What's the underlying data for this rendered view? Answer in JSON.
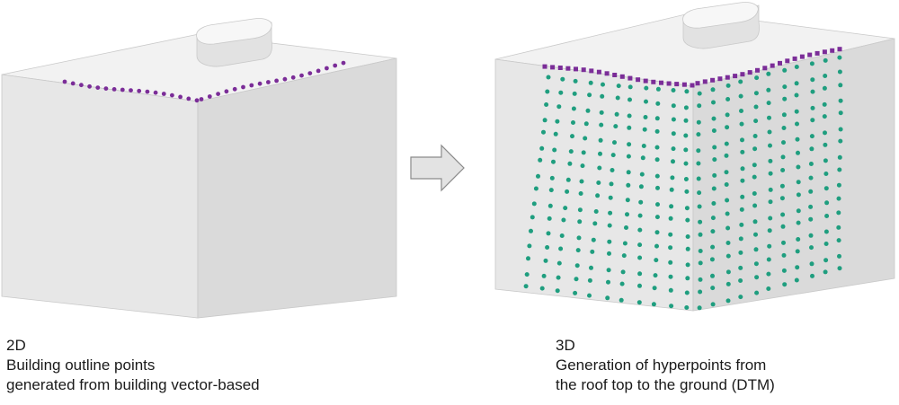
{
  "captions": {
    "left": {
      "dimension": "2D",
      "line1": "Building outline points",
      "line2": "generated from building vector-based"
    },
    "right": {
      "dimension": "3D",
      "line1": "Generation of hyperpoints from",
      "line2": "the roof top to the ground (DTM)"
    }
  },
  "colors": {
    "roof_top": "#f2f2f2",
    "wall_left": "#e7e7e7",
    "wall_right": "#dadada",
    "chimney_top": "#f7f7f7",
    "chimney_side": "#e2e2e2",
    "edge": "#c9c9c9",
    "outline_points": "#7b2d98",
    "hyperpoints": "#1f9e7f",
    "arrow_fill": "#e3e3e3",
    "arrow_stroke": "#8a8a8a"
  },
  "icons": {
    "arrow": "right-arrow-icon"
  }
}
